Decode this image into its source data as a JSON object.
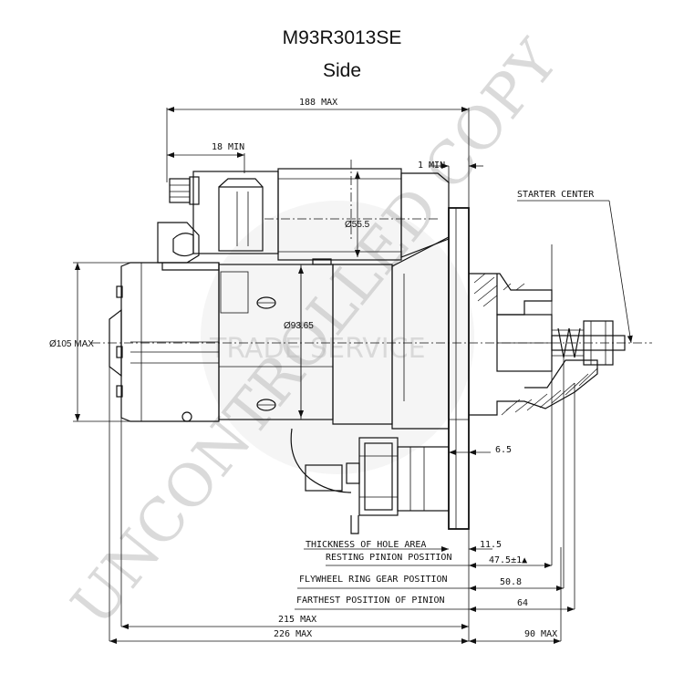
{
  "title": "M93R3013SE",
  "subtitle": "Side",
  "watermark": {
    "main": "UNCONTROLLED COPY",
    "secondary": "TRADE SERVICE"
  },
  "dimensions": {
    "overall_top": "188 MAX",
    "clearance_min": "18 MIN",
    "flange_gap": "1 MIN",
    "starter_center": "STARTER CENTER",
    "solenoid_dia": "Ø55.5",
    "body_dia": "Ø93.65",
    "max_dia": "Ø105 MAX",
    "flange_offset": "6.5",
    "hole_area_label": "THICKNESS OF HOLE AREA",
    "hole_area_value": "11.5",
    "resting_label": "RESTING PINION POSITION",
    "resting_value": "47.5±1▲",
    "ring_gear_label": "FLYWHEEL RING GEAR POSITION",
    "ring_gear_value": "50.8",
    "farthest_label": "FARTHEST POSITION OF  PINION",
    "farthest_value": "64",
    "length_215": "215 MAX",
    "length_226": "226 MAX",
    "length_90": "90 MAX"
  },
  "colors": {
    "line": "#111111",
    "watermark": "#bdbdbd"
  }
}
